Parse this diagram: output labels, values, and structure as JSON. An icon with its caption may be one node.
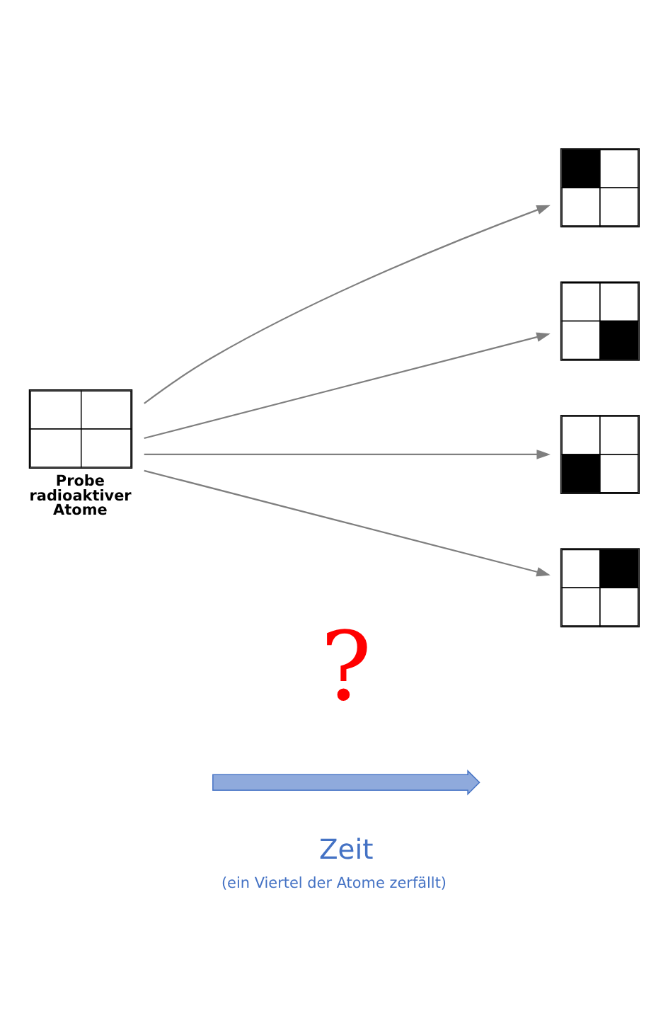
{
  "diagram": {
    "caption": "(ein Viertel der Atome zerfällt)",
    "nodes": [
      {
        "text": [],
        "shape": "box",
        "beside": [
          "Probe radioaktiver Atome"
        ]
      },
      {
        "text": [],
        "shape": "box"
      },
      {
        "text": [],
        "shape": "box"
      },
      {
        "text": [],
        "shape": "box"
      },
      {
        "text": [],
        "shape": "box"
      },
      {
        "text": [],
        "shape": "arrow"
      }
    ],
    "edges": [
      {
        "from": 0,
        "to": 1,
        "arrow": "to"
      },
      {
        "from": 0,
        "to": 2,
        "arrow": "to"
      },
      {
        "from": 0,
        "to": 3,
        "arrow": "to"
      },
      {
        "from": 0,
        "to": 4,
        "arrow": "to"
      }
    ],
    "labels": [
      "?",
      "Zeit"
    ]
  }
}
